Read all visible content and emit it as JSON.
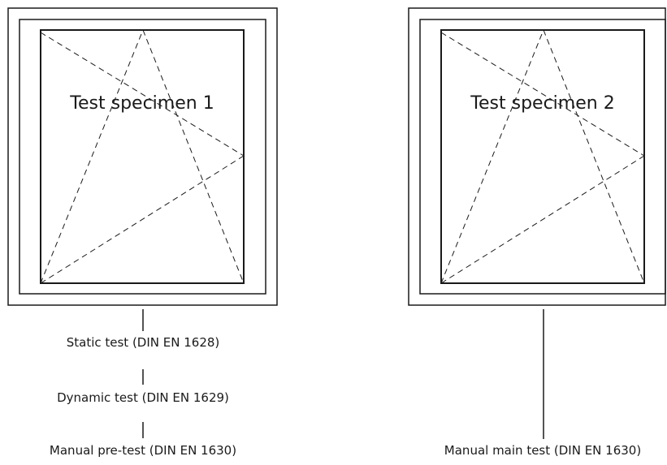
{
  "specimens": [
    {
      "title": "Test specimen 1",
      "tests": [
        "Static test (DIN EN 1628)",
        "Dynamic test (DIN EN 1629)",
        "Manual pre-test (DIN EN 1630)"
      ]
    },
    {
      "title": "Test specimen 2",
      "tests": [
        "Manual main test (DIN EN 1630)"
      ]
    }
  ],
  "colors": {
    "stroke": "#1a1a1a",
    "background": "#ffffff"
  }
}
